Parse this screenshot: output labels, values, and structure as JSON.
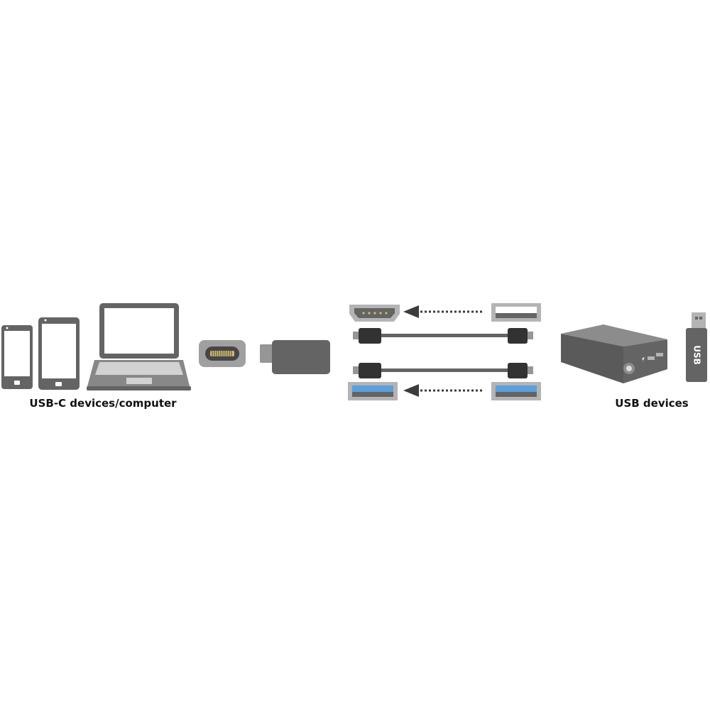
{
  "labels": {
    "usbc_devices": "USB-C devices/computer",
    "usb_devices": "USB devices",
    "stick_text": "USB"
  },
  "colors": {
    "device_dark": "#646464",
    "device_mid": "#888888",
    "screen_white": "#ffffff",
    "port_gray": "#b4b4b4",
    "usb3_blue": "#5aa0dc",
    "pin_gold": "#d2b96e",
    "connector_black": "#323232",
    "arrow_dark": "#3c3c3c"
  },
  "icons": [
    "smartphone-small-icon",
    "smartphone-large-icon",
    "laptop-icon",
    "usb-c-plug-icon",
    "otg-adapter-icon",
    "micro-usb-port-icon",
    "usb-a-port-icon",
    "usb3-port-icon",
    "usb-c-cable-icon",
    "power-bank-icon",
    "usb-stick-icon"
  ]
}
